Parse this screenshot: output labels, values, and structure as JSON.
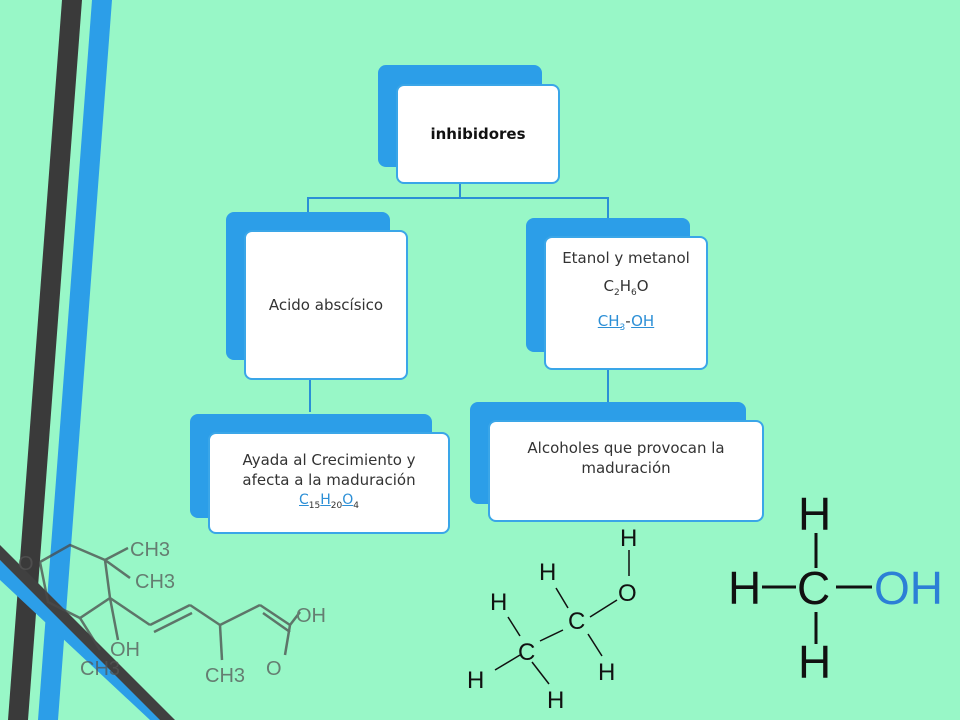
{
  "colors": {
    "background": "#98f7c7",
    "accent_blue": "#2c9ee8",
    "connector": "#2a8fd6"
  },
  "root": {
    "label": "inhibidores"
  },
  "left": {
    "label": "Acido abscísico",
    "child": {
      "line1": "Ayada al Crecimiento y",
      "line2": "afecta a la maduración",
      "formula": {
        "c": "C",
        "c_n": "15",
        "h": "H",
        "h_n": "20",
        "o": "O",
        "o_n": "4"
      }
    }
  },
  "right": {
    "label": "Etanol y metanol",
    "formula": {
      "c": "C",
      "c_n": "2",
      "h": "H",
      "h_n": "6",
      "o": "O"
    },
    "formula2": {
      "ch": "CH",
      "ch_n": "3",
      "dash": "-",
      "oh": "OH"
    },
    "child": {
      "line1": "Alcoholes que provocan la",
      "line2": "maduración"
    }
  },
  "ethanol": {
    "h": "H",
    "c": "C",
    "o": "O"
  },
  "methanol": {
    "h": "H",
    "c": "C",
    "oh": "OH"
  },
  "abscisic": {
    "o": "O",
    "ch3": "CH3",
    "oh": "OH"
  }
}
